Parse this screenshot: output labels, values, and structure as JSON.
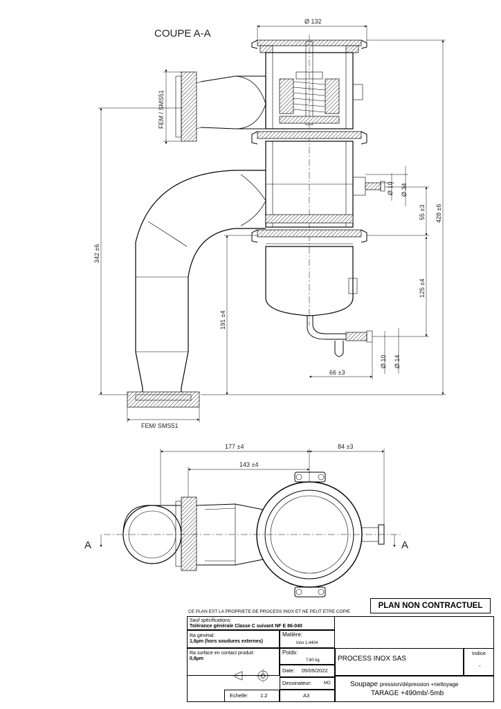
{
  "section_title": "COUPE A-A",
  "section_markers": [
    "A",
    "A"
  ],
  "dimensions": {
    "top_diameter": "Ø 132",
    "port_label_side": "FEM / SMS51",
    "port_label_bottom": "FEM/ SMS51",
    "height_overall_left": "342 ±6",
    "height_overall_right": "428 ±6",
    "height_191": "191 ±4",
    "d10_upper": "Ø 10",
    "d34": "Ø 34",
    "h55": "55 ±3",
    "h125": "125 ±4",
    "d10_lower": "Ø 10",
    "d14": "Ø 14",
    "w66": "66 ±3",
    "w177": "177 ±4",
    "w143": "143 ±4",
    "w84": "84 ±3"
  },
  "banner": "PLAN NON CONTRACTUEL",
  "title_block": {
    "ownership": "CE PLAN EST LA PROPRIETE DE PROCESS INOX ET  NE PEUT ETRE COPIE",
    "spec_label": "Sauf spécifications:",
    "spec_value": "Tolérance générale Classe C suivant NF E 86-040",
    "ra_label": "Ra général:",
    "ra_value": "1,6µm (hors soudures externes)",
    "matiere_label": "Matière:",
    "matiere_value": "Inox 1.4404",
    "ra_contact_label": "Ra surface en contact produit:",
    "ra_contact_value": "0,8µm",
    "poids_label": "Poids:",
    "poids_value": "7,60 kg",
    "company": "PROCESS INOX SAS",
    "indice_label": "Indice",
    "indice_value": "-",
    "date_label": "Date:",
    "date_value": "05/05/2022",
    "dessinateur_label": "Dessinateur:",
    "dessinateur_value": "MO",
    "echelle_label": "Echelle:",
    "echelle_value": "1:2",
    "format_value": "A3",
    "description_line1_a": "Soupape",
    "description_line1_b": "pression/dépression +nettoyage",
    "description_line2": "TARAGE +490mb/-5mb"
  }
}
